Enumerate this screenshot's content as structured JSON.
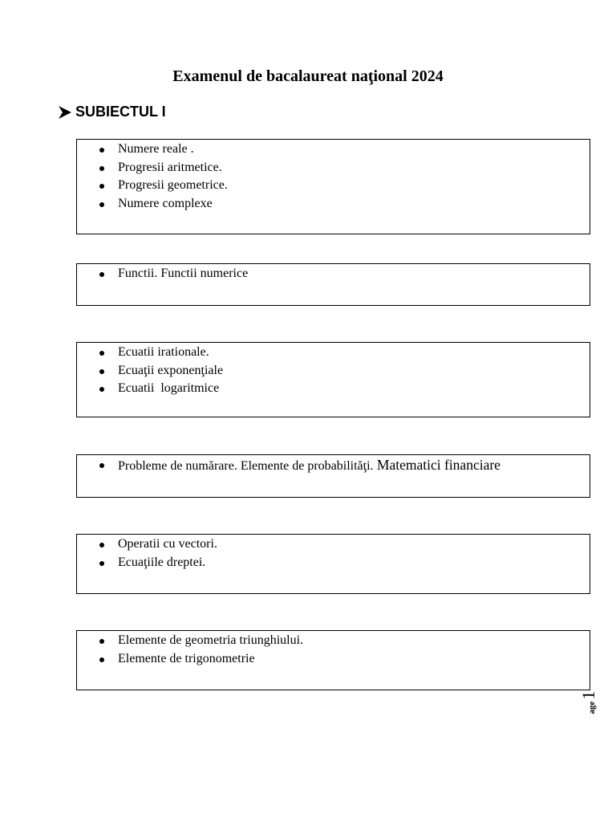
{
  "document": {
    "title": "Examenul de bacalaureat naţional 2024",
    "section_heading": "SUBIECTUL I",
    "boxes": [
      {
        "items": [
          "Numere reale .",
          "Progresii aritmetice.",
          "Progresii geometrice.",
          "Numere complexe"
        ]
      },
      {
        "items": [
          "Functii. Functii numerice"
        ]
      },
      {
        "items": [
          "Ecuatii irationale.",
          "Ecuaţii exponenţiale",
          "Ecuatii  logaritmice"
        ]
      },
      {
        "items": [
          "Probleme de numărare. Elemente de probabilităţi."
        ],
        "item_suffix": " Matematici financiare"
      },
      {
        "items": [
          "Operatii cu vectori.",
          "Ecuaţiile dreptei."
        ]
      },
      {
        "items": [
          "Elemente de geometria triunghiului.",
          "Elemente de trigonometrie"
        ]
      }
    ],
    "footer": {
      "page_word": "age",
      "page_number": "1"
    }
  }
}
